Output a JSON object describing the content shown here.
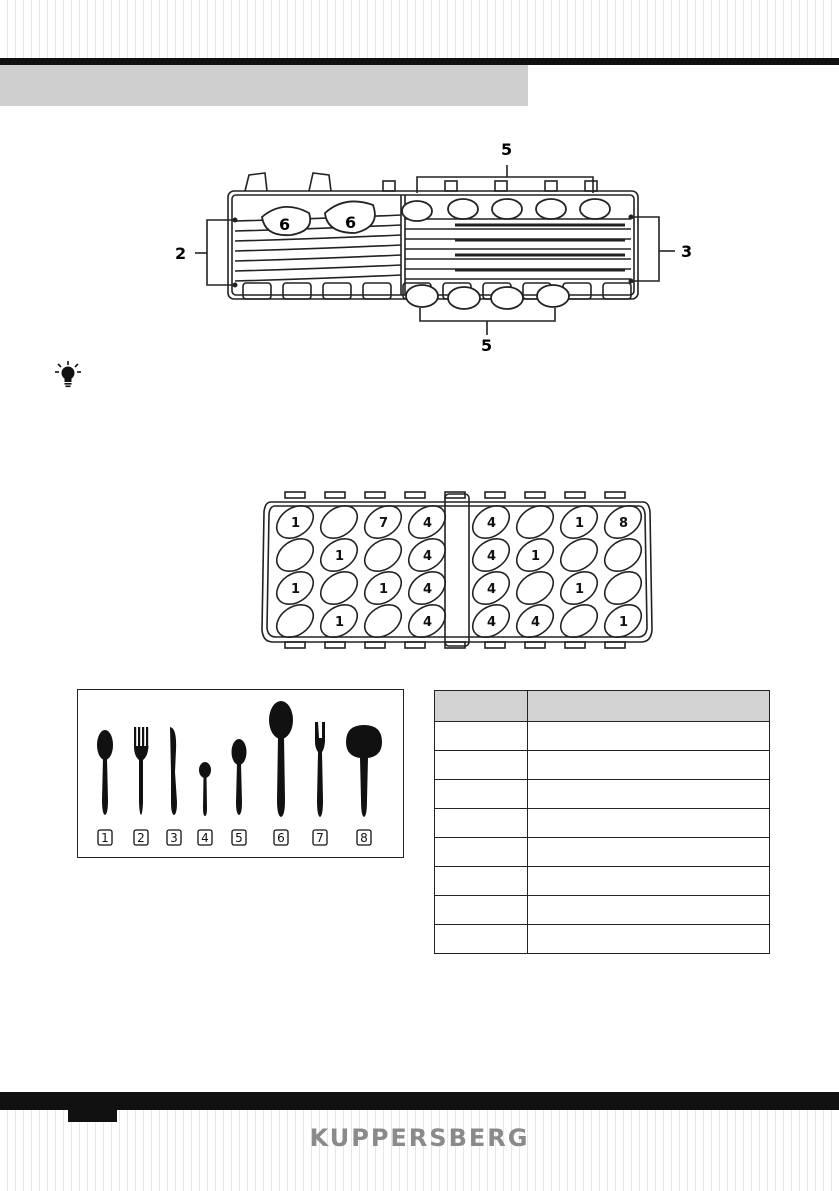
{
  "brand": "KUPPERSBERG",
  "side_view": {
    "callouts": {
      "top": "5",
      "bottom": "5",
      "left": "2",
      "right": "3",
      "big_a": "6",
      "big_b": "6"
    }
  },
  "top_view": {
    "left_rows": [
      [
        "1",
        "",
        "7",
        "4"
      ],
      [
        "",
        "1",
        "",
        "4"
      ],
      [
        "1",
        "",
        "1",
        "4"
      ],
      [
        "",
        "1",
        "",
        "4"
      ]
    ],
    "right_rows": [
      [
        "4",
        "",
        "1",
        "8"
      ],
      [
        "4",
        "1",
        "",
        ""
      ],
      [
        "4",
        "",
        "1",
        ""
      ],
      [
        "4",
        "4",
        "",
        "1"
      ]
    ]
  },
  "cutlery": {
    "numbers": [
      "1",
      "2",
      "3",
      "4",
      "5",
      "6",
      "7",
      "8"
    ],
    "icons": [
      "tablespoon-icon",
      "fork-icon",
      "knife-icon",
      "teaspoon-icon",
      "dessert-spoon-icon",
      "serving-spoon-icon",
      "serving-fork-icon",
      "ladle-icon"
    ]
  },
  "legend_table": {
    "header": [
      "",
      ""
    ],
    "rows": [
      [
        "",
        ""
      ],
      [
        "",
        ""
      ],
      [
        "",
        ""
      ],
      [
        "",
        ""
      ],
      [
        "",
        ""
      ],
      [
        "",
        ""
      ],
      [
        "",
        ""
      ],
      [
        "",
        ""
      ]
    ]
  }
}
